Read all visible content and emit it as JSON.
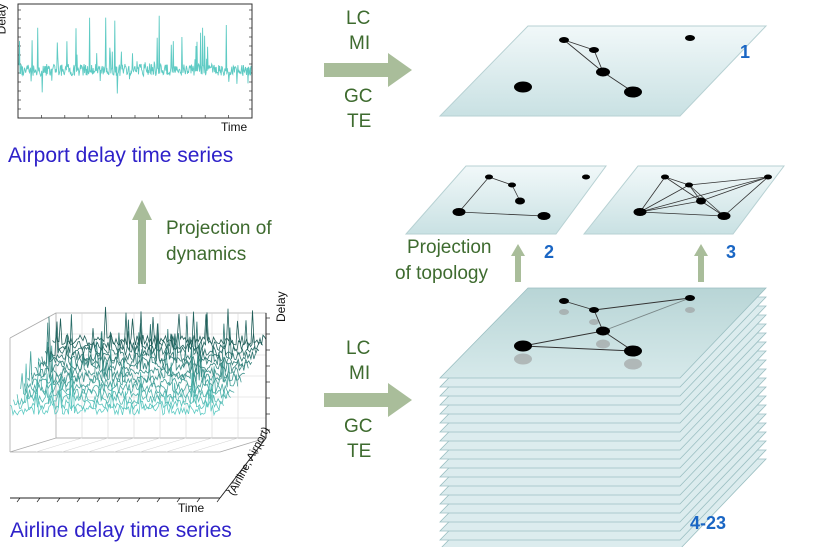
{
  "top_panel": {
    "y_axis_label": "Delay",
    "x_axis_label": "Time",
    "caption": "Airport delay time series"
  },
  "bottom_panel": {
    "y_axis_label": "Delay",
    "x_axis_label": "Time",
    "z_axis_label": "(Airline, Airport)",
    "caption": "Airline delay time series"
  },
  "projection_dynamics": [
    "Projection of",
    "dynamics"
  ],
  "projection_topology": [
    "Projection",
    "of topology"
  ],
  "methods_top": [
    "LC",
    "MI",
    "GC",
    "TE"
  ],
  "methods_bottom": [
    "LC",
    "MI",
    "GC",
    "TE"
  ],
  "layers": {
    "l1": "1",
    "l2": "2",
    "l3": "3",
    "l4": "4-23"
  },
  "colors": {
    "series_light": "#5fcbc4",
    "series_dark": "#1f5d58",
    "plane_fill": "#e4f1f3",
    "arrow": "#a9bd9a",
    "method_text": "#3e6b2f",
    "caption_text": "#2e21c9",
    "layer_number": "#1a66c4"
  }
}
